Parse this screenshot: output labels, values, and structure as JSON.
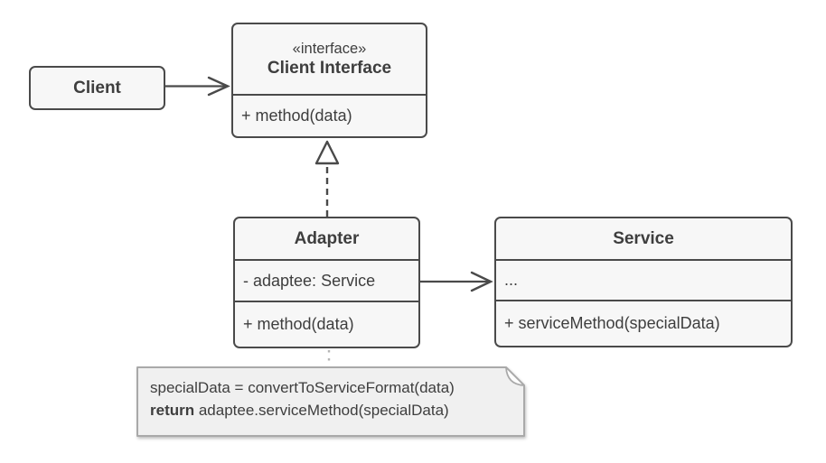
{
  "colors": {
    "background": "#ffffff",
    "box_fill": "#f7f7f7",
    "box_border": "#4a4a4a",
    "text": "#3e3e3e",
    "note_fill": "#f0f0f0",
    "note_border": "#a9a9a9",
    "note_connector": "#b5b5b5",
    "connector": "#4a4a4a"
  },
  "diagram": {
    "client": {
      "name": "Client"
    },
    "client_interface": {
      "stereotype": "«interface»",
      "name": "Client Interface",
      "methods": [
        "+ method(data)"
      ]
    },
    "adapter": {
      "name": "Adapter",
      "attributes": [
        "- adaptee: Service"
      ],
      "methods": [
        "+ method(data)"
      ]
    },
    "service": {
      "name": "Service",
      "attributes": [
        "..."
      ],
      "methods": [
        "+ serviceMethod(specialData)"
      ]
    },
    "note": {
      "line1": "specialData = convertToServiceFormat(data)",
      "line2_keyword": "return",
      "line2_code": " adaptee.serviceMethod(specialData)"
    }
  }
}
